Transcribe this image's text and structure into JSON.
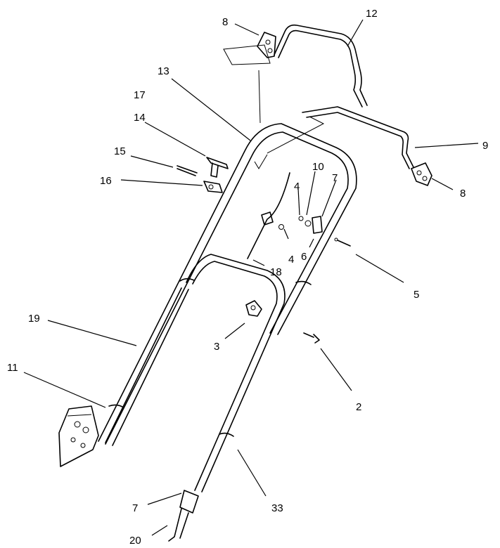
{
  "callouts": [
    {
      "id": "c8a",
      "text": "8"
    },
    {
      "id": "c12",
      "text": "12"
    },
    {
      "id": "c13",
      "text": "13"
    },
    {
      "id": "c17",
      "text": "17"
    },
    {
      "id": "c14",
      "text": "14"
    },
    {
      "id": "c15",
      "text": "15"
    },
    {
      "id": "c16",
      "text": "16"
    },
    {
      "id": "c10",
      "text": "10"
    },
    {
      "id": "c7a",
      "text": "7"
    },
    {
      "id": "c4a",
      "text": "4"
    },
    {
      "id": "c4b",
      "text": "4"
    },
    {
      "id": "c6",
      "text": "6"
    },
    {
      "id": "c18",
      "text": "18"
    },
    {
      "id": "c9",
      "text": "9"
    },
    {
      "id": "c8b",
      "text": "8"
    },
    {
      "id": "c5",
      "text": "5"
    },
    {
      "id": "c3",
      "text": "3"
    },
    {
      "id": "c19",
      "text": "19"
    },
    {
      "id": "c2",
      "text": "2"
    },
    {
      "id": "c11",
      "text": "11"
    },
    {
      "id": "c33",
      "text": "33"
    },
    {
      "id": "c7b",
      "text": "7"
    },
    {
      "id": "c20",
      "text": "20"
    }
  ]
}
